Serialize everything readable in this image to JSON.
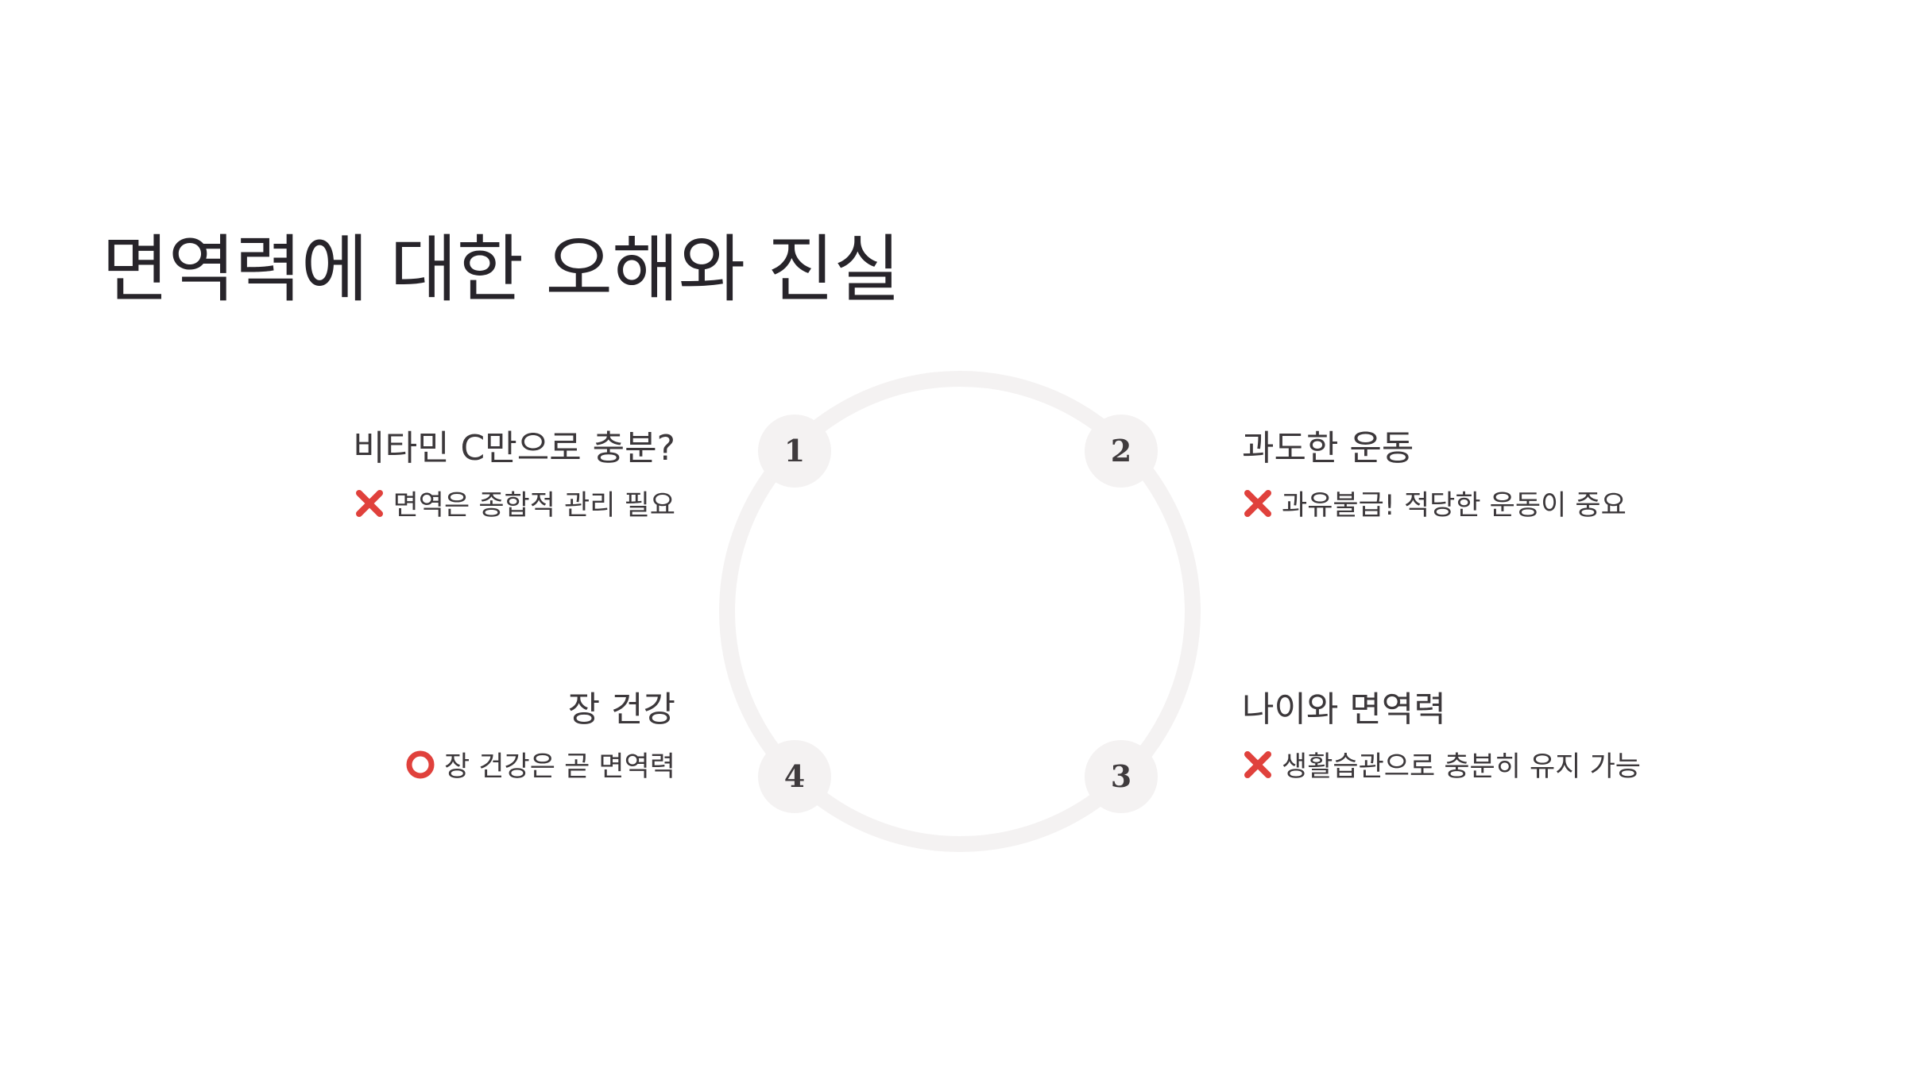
{
  "title": "면역력에 대한 오해와 진실",
  "items": [
    {
      "number": "1",
      "heading": "비타민 C만으로 충분?",
      "icon": "cross-mark-icon",
      "description": "면역은 종합적 관리 필요"
    },
    {
      "number": "2",
      "heading": "과도한 운동",
      "icon": "cross-mark-icon",
      "description": "과유불급! 적당한 운동이 중요"
    },
    {
      "number": "3",
      "heading": "나이와 면역력",
      "icon": "cross-mark-icon",
      "description": "생활습관으로 충분히 유지 가능"
    },
    {
      "number": "4",
      "heading": "장 건강",
      "icon": "circle-mark-icon",
      "description": "장 건강은 곧 면역력"
    }
  ],
  "colors": {
    "cross": "#e0413c",
    "circle": "#e0413c",
    "ring": "#f4f2f2",
    "node": "#f4f2f2"
  }
}
